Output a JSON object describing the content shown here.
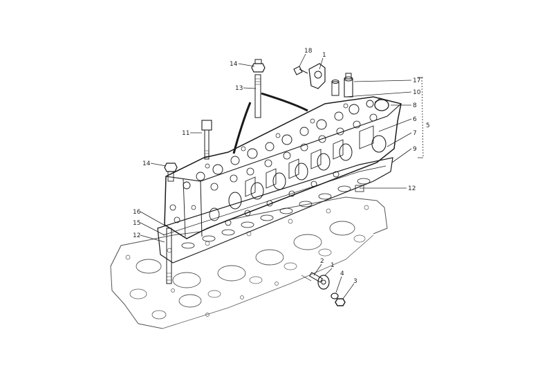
{
  "callouts": {
    "c18": "18",
    "c1_top": "1",
    "c14_top": "14",
    "c13": "13",
    "c17": "17",
    "c10": "10",
    "c8": "8",
    "c6": "6",
    "c7": "7",
    "c5": "5",
    "c9": "9",
    "c11": "11",
    "c14_left": "14",
    "c12_right": "12",
    "c16": "16",
    "c15": "15",
    "c12_left": "12",
    "c2": "2",
    "c1_bottom": "1",
    "c4": "4",
    "c3": "3"
  }
}
